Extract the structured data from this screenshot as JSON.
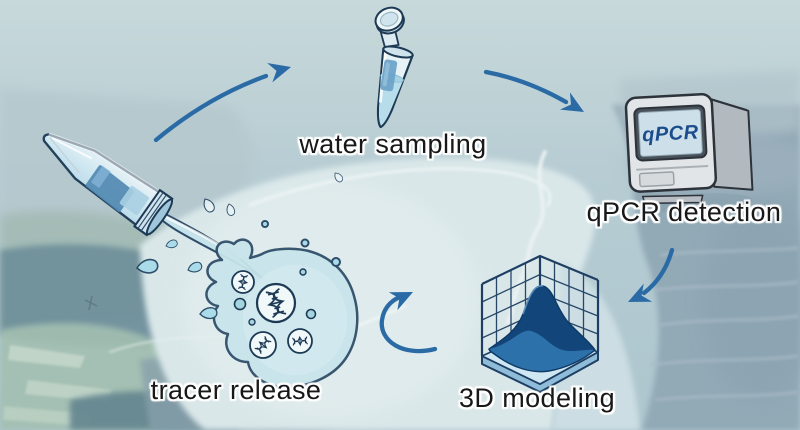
{
  "steps": [
    {
      "id": "tracer-release",
      "label": "tracer release"
    },
    {
      "id": "water-sampling",
      "label": "water sampling"
    },
    {
      "id": "qpcr-detection",
      "label": "qPCR detection",
      "device_screen_text": "qPCR"
    },
    {
      "id": "3d-modeling",
      "label": "3D modeling"
    }
  ],
  "icons": {
    "tracer": "centrifuge-tube-splash-icon",
    "sampling": "microcentrifuge-tube-icon",
    "qpcr": "qpcr-thermocycler-icon",
    "modeling": "3d-surface-plot-icon",
    "arrows": [
      "arrow-tracer-to-sampling",
      "arrow-sampling-to-qpcr",
      "arrow-qpcr-to-modeling",
      "arrow-modeling-to-tracer"
    ]
  },
  "colors": {
    "arrow_blue": "#2a6ba6",
    "outline_navy": "#1d3a55",
    "water_fill": "#c8e5eb",
    "label_text": "#181818",
    "label_halo": "#ffffff",
    "qpcr_screen_text_color": "#1b4d8d",
    "surface_plot_dark": "#0d3a66",
    "surface_plot_mid": "#2f74ad"
  }
}
